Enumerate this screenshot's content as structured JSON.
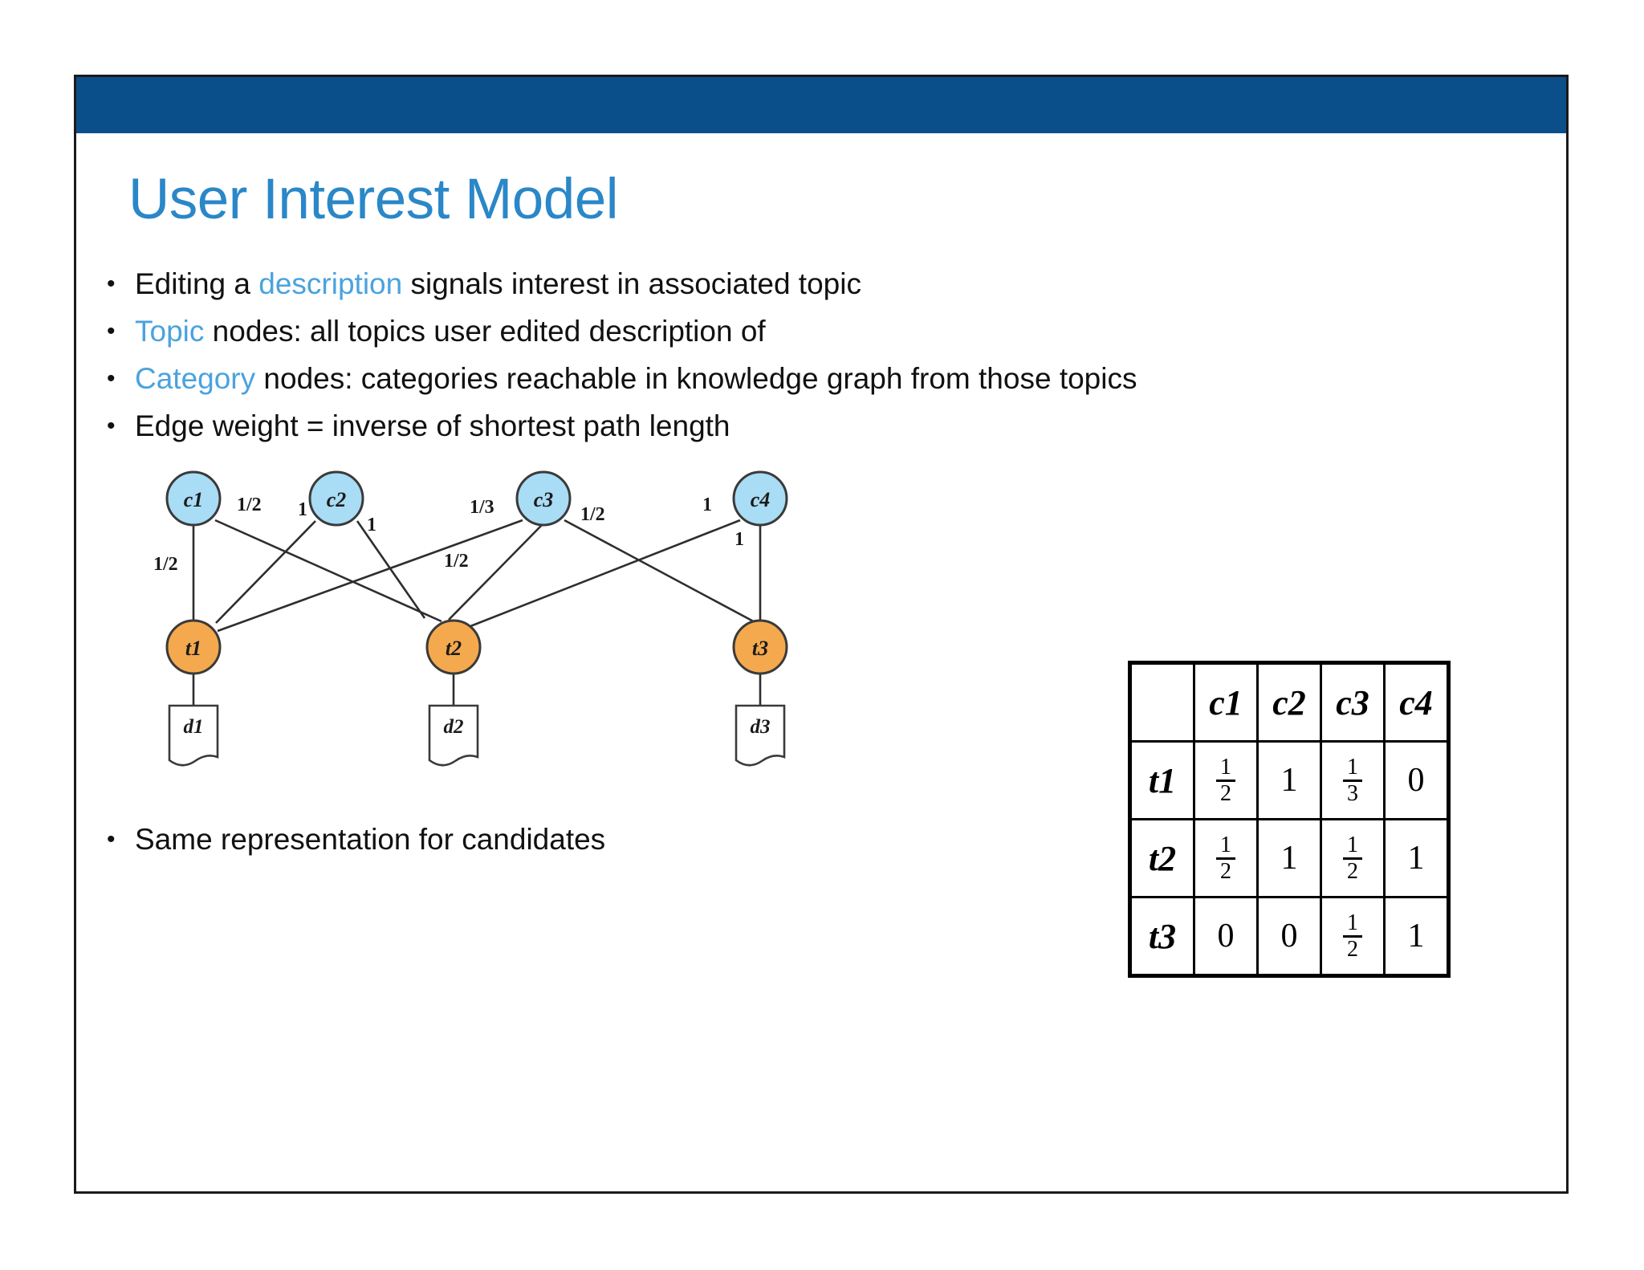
{
  "slide": {
    "title": "User Interest Model",
    "header_bar_color": "#0b4f8a",
    "title_color": "#2a87c8",
    "accent_color": "#4aa3dd"
  },
  "bullets": [
    {
      "pre": "Editing a ",
      "hl": "description",
      "post": " signals interest in associated topic"
    },
    {
      "pre": "",
      "hl": "Topic",
      "post": " nodes: all topics user edited description of"
    },
    {
      "pre": "",
      "hl": "Category",
      "post": " nodes: categories reachable in knowledge graph from those topics"
    },
    {
      "pre": "Edge weight = inverse of shortest path length",
      "hl": "",
      "post": ""
    }
  ],
  "footer_bullets": [
    {
      "pre": "Same representation for candidates",
      "hl": "",
      "post": ""
    }
  ],
  "bullet_marker": "•",
  "diagram": {
    "category_nodes": [
      {
        "id": "c1",
        "label": "c1"
      },
      {
        "id": "c2",
        "label": "c2"
      },
      {
        "id": "c3",
        "label": "c3"
      },
      {
        "id": "c4",
        "label": "c4"
      }
    ],
    "topic_nodes": [
      {
        "id": "t1",
        "label": "t1"
      },
      {
        "id": "t2",
        "label": "t2"
      },
      {
        "id": "t3",
        "label": "t3"
      }
    ],
    "document_nodes": [
      {
        "id": "d1",
        "label": "d1"
      },
      {
        "id": "d2",
        "label": "d2"
      },
      {
        "id": "d3",
        "label": "d3"
      }
    ],
    "edges": [
      {
        "from": "c1",
        "to": "t1",
        "weight": "1/2"
      },
      {
        "from": "c1",
        "to": "t2",
        "weight": "1/2"
      },
      {
        "from": "c2",
        "to": "t1",
        "weight": "1"
      },
      {
        "from": "c2",
        "to": "t2",
        "weight": "1"
      },
      {
        "from": "c3",
        "to": "t1",
        "weight": "1/3"
      },
      {
        "from": "c3",
        "to": "t2",
        "weight": "1/2"
      },
      {
        "from": "c3",
        "to": "t3",
        "weight": "1/2"
      },
      {
        "from": "c4",
        "to": "t2",
        "weight": "1"
      },
      {
        "from": "c4",
        "to": "t3",
        "weight": "1"
      }
    ],
    "doc_edges": [
      {
        "from": "t1",
        "to": "d1"
      },
      {
        "from": "t2",
        "to": "d2"
      },
      {
        "from": "t3",
        "to": "d3"
      }
    ],
    "category_node_color": "#a9dcf5",
    "topic_node_color": "#f5a council",
    "topic_color": "#f5a94e",
    "node_stroke": "#3a3a3a"
  },
  "matrix": {
    "corner": "",
    "columns": [
      "c1",
      "c2",
      "c3",
      "c4"
    ],
    "rows": [
      {
        "label": "t1",
        "values": [
          "1/2",
          "1",
          "1/3",
          "0"
        ]
      },
      {
        "label": "t2",
        "values": [
          "1/2",
          "1",
          "1/2",
          "1"
        ]
      },
      {
        "label": "t3",
        "values": [
          "0",
          "0",
          "1/2",
          "1"
        ]
      }
    ]
  }
}
